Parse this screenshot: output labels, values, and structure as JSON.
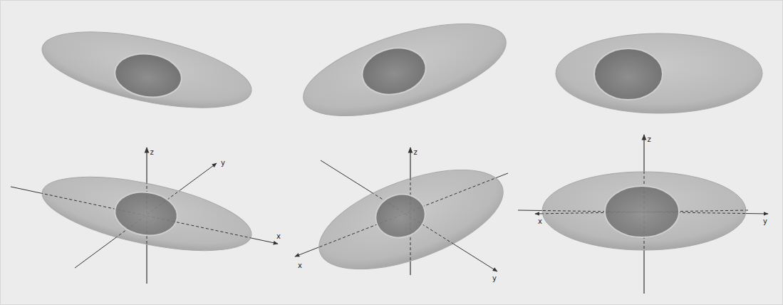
{
  "diagram": {
    "labels": [
      "z",
      "y",
      "x",
      "z",
      "x",
      "y",
      "z",
      "x",
      "y"
    ]
  }
}
